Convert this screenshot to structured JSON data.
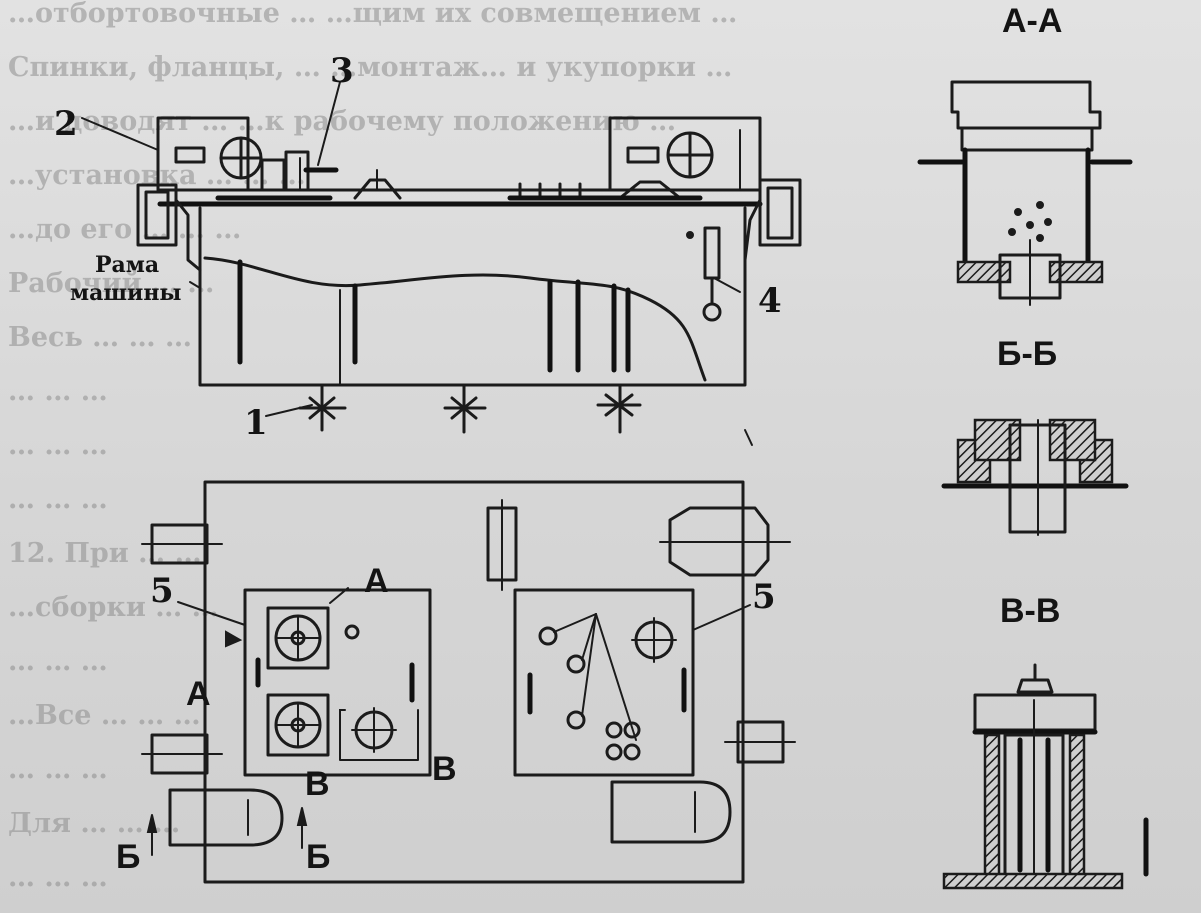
{
  "background_text_lines": [
    "…отбортовочные … …щим их совмещением …",
    "Спинки, фланцы, … …монтаж… и укупорки …",
    "…и доводят … …к рабочему положению …",
    "…установка … … …",
    "…до его … … …",
    "Рабочий … …",
    "Весь … … …",
    "… … …",
    "… … …",
    "… … …",
    "12. При … …",
    "…сборки … …",
    "… … …",
    "…Все … … …",
    "… … …",
    "Для … … …",
    "… … …"
  ],
  "callouts": {
    "n1": "1",
    "n2": "2",
    "n3": "3",
    "n4": "4",
    "n5_left": "5",
    "n5_right": "5"
  },
  "frame_label": {
    "line1": "Рама",
    "line2": "машины"
  },
  "section_marks": {
    "A_top": "А",
    "A_left": "А",
    "B_bottom_left": "Б",
    "B_bottom_right": "Б",
    "V_left": "В",
    "V_right": "В"
  },
  "section_titles": {
    "AA": "А-А",
    "BB": "Б-Б",
    "VV": "В-В"
  },
  "colors": {
    "ink": "#1b1b1b",
    "paper": "#dcdcdc",
    "faded_text": "#8f8f8f"
  }
}
